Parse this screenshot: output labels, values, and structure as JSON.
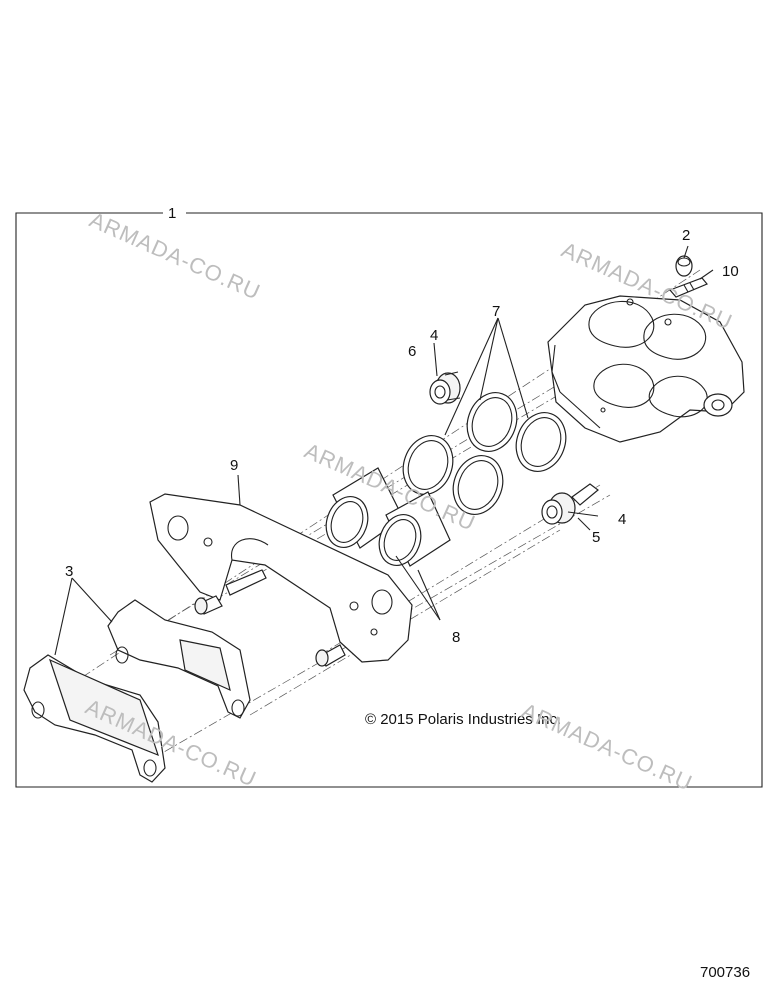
{
  "labels": {
    "l1": "1",
    "l2": "2",
    "l3": "3",
    "l4a": "4",
    "l4b": "4",
    "l5": "5",
    "l6": "6",
    "l7": "7",
    "l8": "8",
    "l9": "9",
    "l10": "10"
  },
  "copyright": "© 2015 Polaris Industries Inc.",
  "part_number": "700736",
  "watermarks": [
    "ARMADA-CO.RU",
    "ARMADA-CO.RU",
    "ARMADA-CO.RU",
    "ARMADA-CO.RU",
    "ARMADA-CO.RU"
  ]
}
